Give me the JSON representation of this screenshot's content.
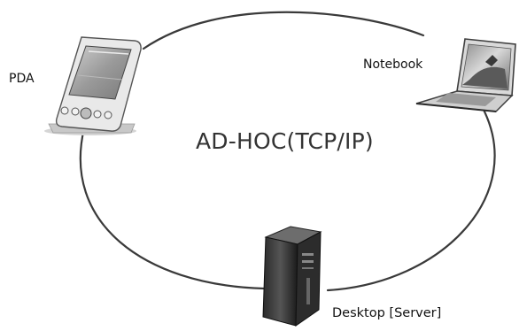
{
  "nodes": {
    "pda": {
      "label": "PDA"
    },
    "notebook": {
      "label": "Notebook"
    },
    "desktop": {
      "label": "Desktop [Server]"
    }
  },
  "network": {
    "label": "AD-HOC(TCP/IP)"
  }
}
